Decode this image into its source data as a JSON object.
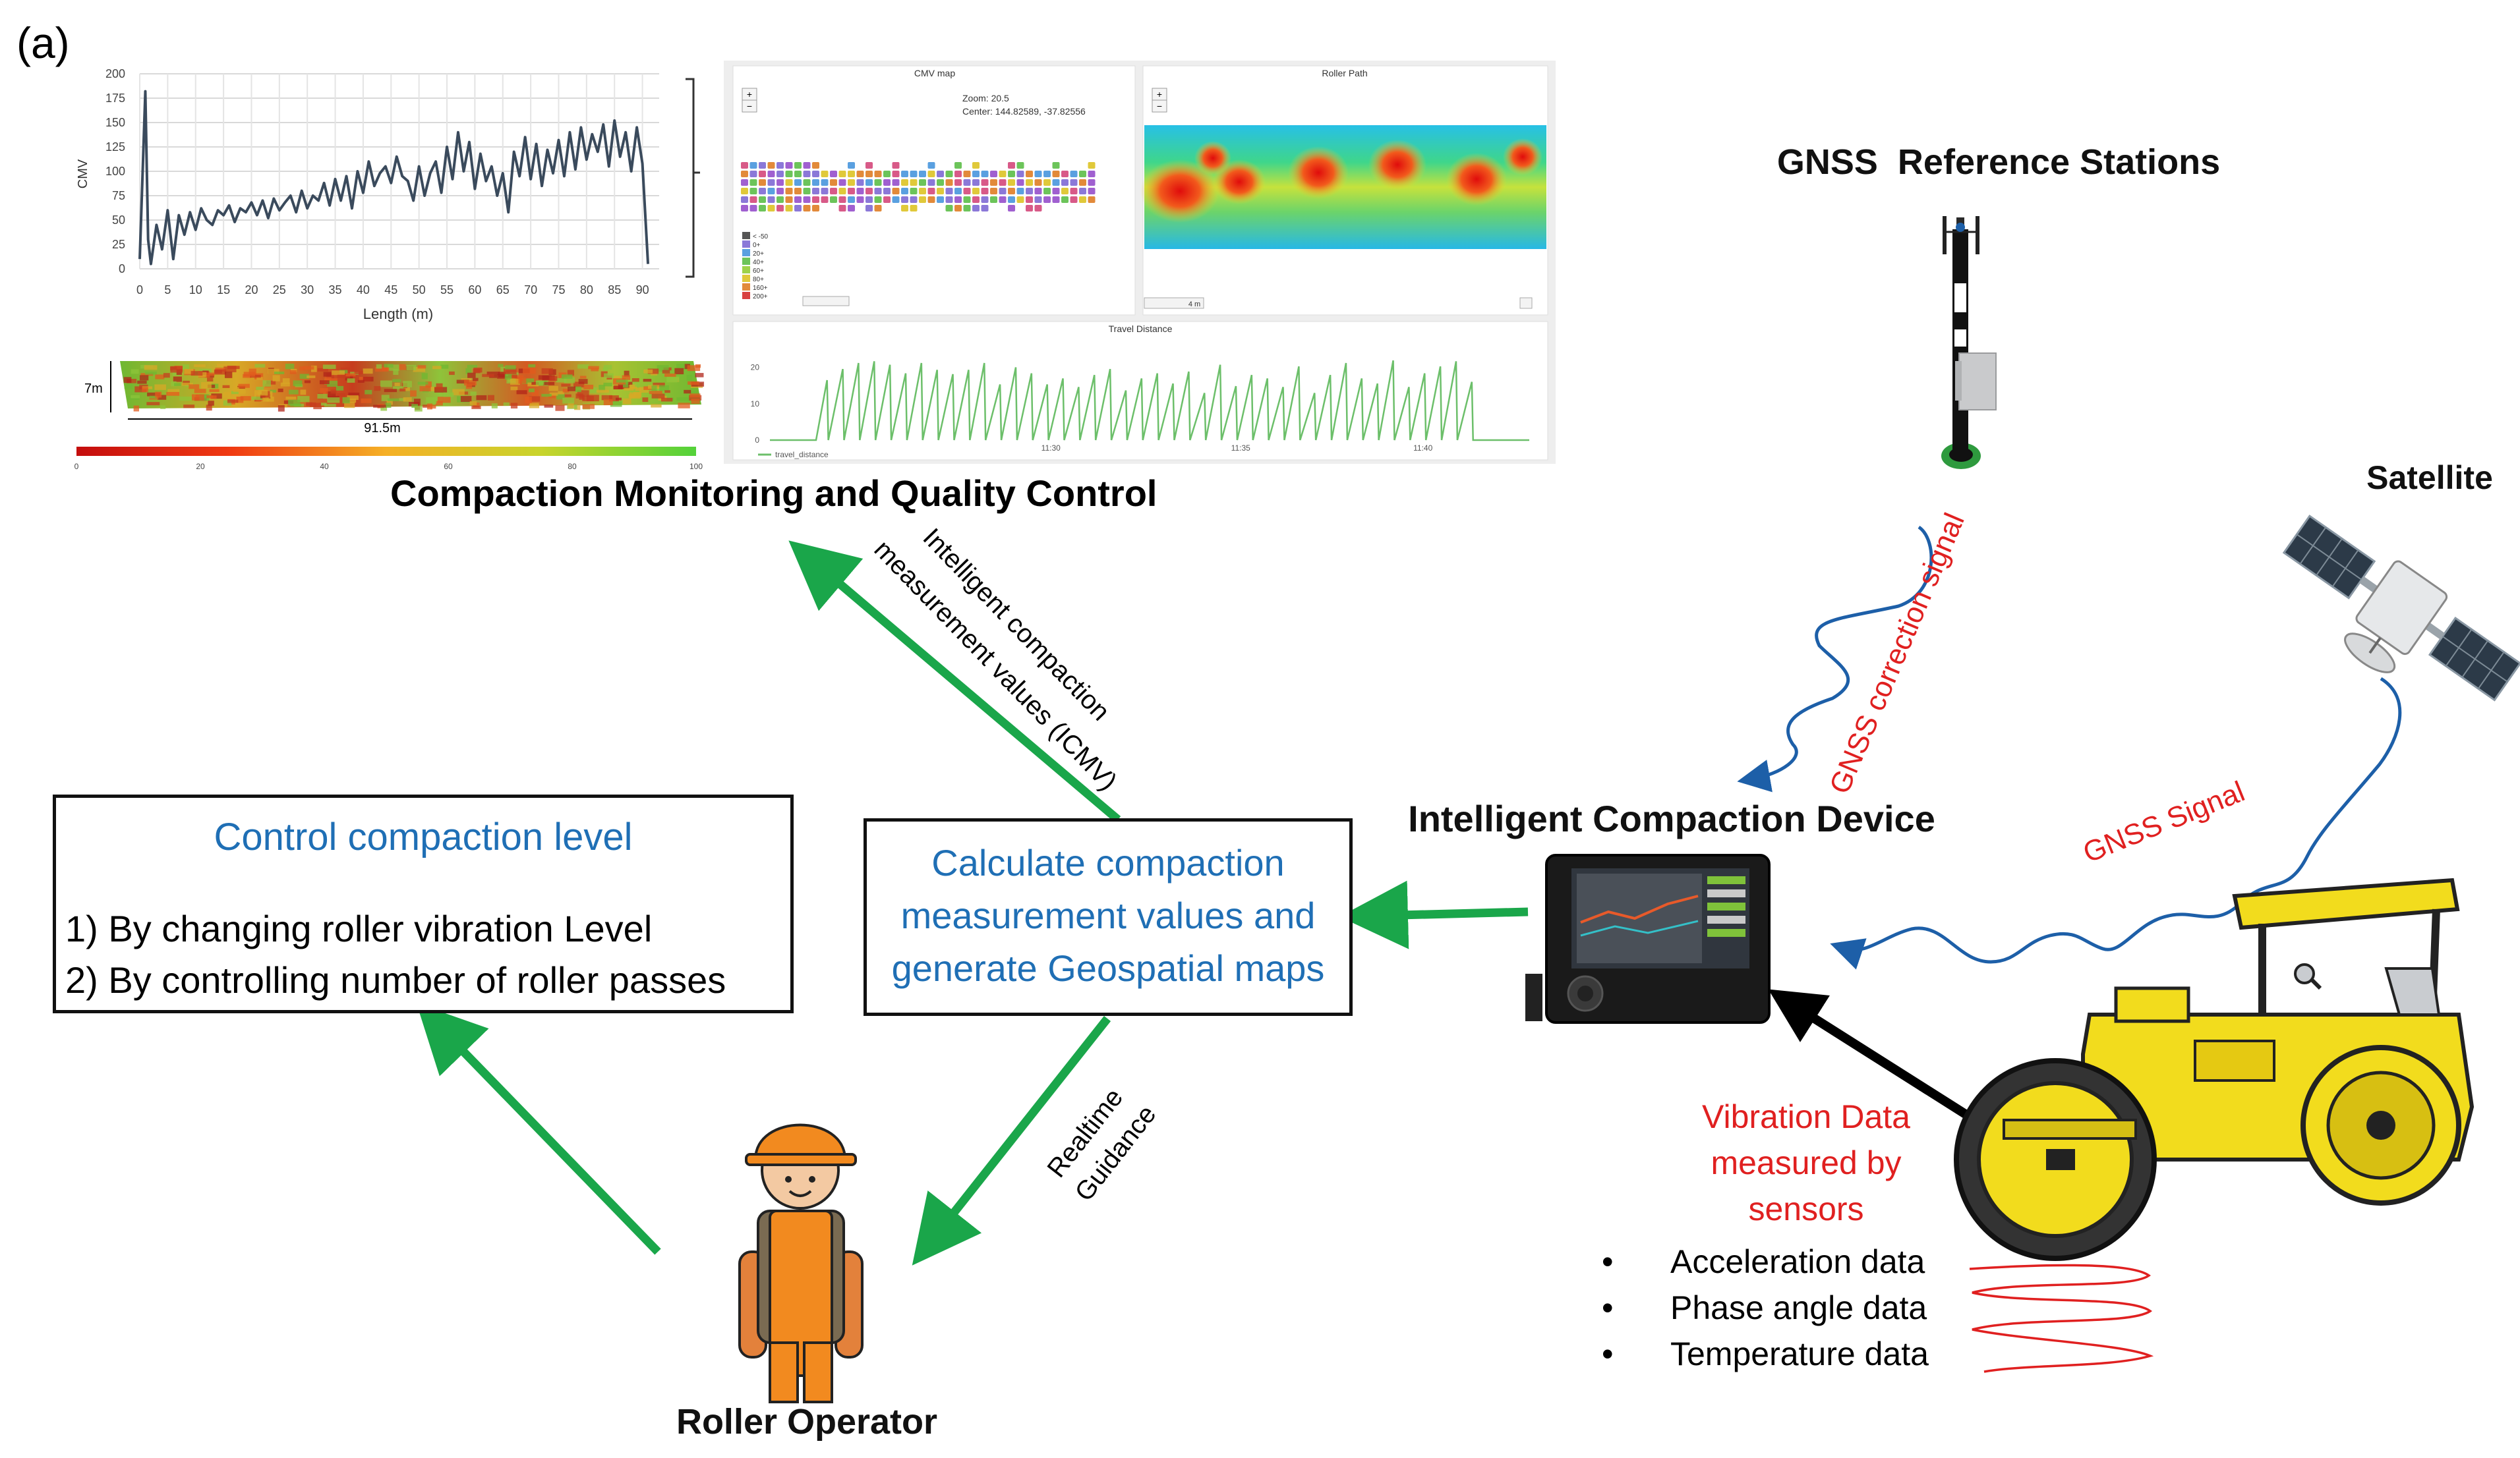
{
  "panel_label": "(a)",
  "monitoring_title": "Compaction Monitoring and Quality Control",
  "cmv_chart": {
    "ylabel": "CMV",
    "xlabel": "Length (m)",
    "y_ticks": [
      "0",
      "25",
      "50",
      "75",
      "100",
      "125",
      "150",
      "175",
      "200"
    ],
    "x_ticks": [
      "0",
      "5",
      "10",
      "15",
      "20",
      "25",
      "30",
      "35",
      "40",
      "45",
      "50",
      "55",
      "60",
      "65",
      "70",
      "75",
      "80",
      "85",
      "90"
    ]
  },
  "strip": {
    "width_label": "7m",
    "length_label": "91.5m",
    "scale_ticks": [
      "0",
      "20",
      "40",
      "60",
      "80",
      "100"
    ]
  },
  "dashboard": {
    "cmv_map_title": "CMV map",
    "zoom_text": "Zoom:  20.5",
    "center_text": "Center: 144.82589, -37.82556",
    "legend": [
      "< -50",
      "0+",
      "20+",
      "40+",
      "60+",
      "80+",
      "160+",
      "200+"
    ],
    "roller_path_title": "Roller Path",
    "scale_text": "4 m",
    "travel_title": "Travel Distance",
    "travel_y_ticks": [
      "0",
      "10",
      "20"
    ],
    "travel_x_ticks": [
      "11:30",
      "11:35",
      "11:40"
    ],
    "travel_legend": "travel_distance",
    "plus": "+",
    "minus": "−"
  },
  "gnss_ref_label": "GNSS  Reference Stations",
  "satellite_label": "Satellite",
  "gnss_correction_label": "GNSS correction signal",
  "gnss_signal_label": "GNSS Signal",
  "device_label": "Intelligent Compaction Device",
  "icmv_label": [
    "Intelligent compaction",
    "measurement values (ICMV)"
  ],
  "control_box": {
    "title": "Control compaction level",
    "line1": "1) By changing roller vibration Level",
    "line2": "2) By controlling number of roller passes"
  },
  "calc_box": {
    "lines": [
      "Calculate compaction",
      "measurement values and",
      "generate Geospatial maps"
    ]
  },
  "guidance_label": [
    "Realtime",
    "Guidance"
  ],
  "operator_label": "Roller Operator",
  "vibration": {
    "title_lines": [
      "Vibration Data",
      "measured by",
      "sensors"
    ],
    "items": [
      "Acceleration data",
      "Phase angle data",
      "Temperature data"
    ]
  },
  "colors": {
    "green_arrow": "#1aa64a",
    "blue_text": "#1f6fb5",
    "red_text": "#e02020",
    "signal_blue": "#1d5fa8",
    "roller_yellow": "#f2dc1d"
  },
  "cmv_series": {
    "x": [
      0,
      1,
      1.5,
      2,
      3,
      4,
      5,
      6,
      7,
      8,
      9,
      10,
      11,
      12,
      13,
      14,
      15,
      16,
      17,
      18,
      19,
      20,
      21,
      22,
      23,
      24,
      25,
      26,
      27,
      28,
      29,
      30,
      31,
      32,
      33,
      34,
      35,
      36,
      37,
      38,
      39,
      40,
      41,
      42,
      43,
      44,
      45,
      46,
      47,
      48,
      49,
      50,
      51,
      52,
      53,
      54,
      55,
      56,
      57,
      58,
      59,
      60,
      61,
      62,
      63,
      64,
      65,
      66,
      67,
      68,
      69,
      70,
      71,
      72,
      73,
      74,
      75,
      76,
      77,
      78,
      79,
      80,
      81,
      82,
      83,
      84,
      85,
      86,
      87,
      88,
      89,
      90,
      91
    ],
    "y": [
      10,
      182,
      30,
      5,
      45,
      20,
      60,
      10,
      55,
      35,
      58,
      40,
      62,
      50,
      45,
      60,
      55,
      65,
      48,
      62,
      58,
      68,
      55,
      70,
      52,
      72,
      60,
      68,
      75,
      58,
      80,
      62,
      75,
      70,
      88,
      65,
      92,
      70,
      95,
      62,
      100,
      78,
      110,
      85,
      98,
      105,
      88,
      115,
      95,
      90,
      70,
      105,
      75,
      98,
      110,
      78,
      125,
      92,
      140,
      100,
      130,
      82,
      118,
      90,
      105,
      75,
      98,
      58,
      120,
      95,
      135,
      92,
      128,
      85,
      122,
      98,
      132,
      95,
      140,
      102,
      145,
      112,
      138,
      120,
      148,
      105,
      152,
      115,
      140,
      100,
      145,
      108,
      5
    ]
  },
  "travel_series": {
    "peaks": [
      0.7,
      0.83,
      0.9,
      0.92,
      0.88,
      0.78,
      0.9,
      0.82,
      0.77,
      0.82,
      0.9,
      0.65,
      0.85,
      0.78,
      0.65,
      0.72,
      0.62,
      0.76,
      0.83,
      0.58,
      0.72,
      0.78,
      0.66,
      0.8,
      0.55,
      0.88,
      0.63,
      0.76,
      0.72,
      0.62,
      0.86,
      0.55,
      0.76,
      0.9,
      0.72,
      0.66,
      0.93,
      0.62,
      0.78,
      0.86,
      0.92,
      0.68
    ]
  }
}
